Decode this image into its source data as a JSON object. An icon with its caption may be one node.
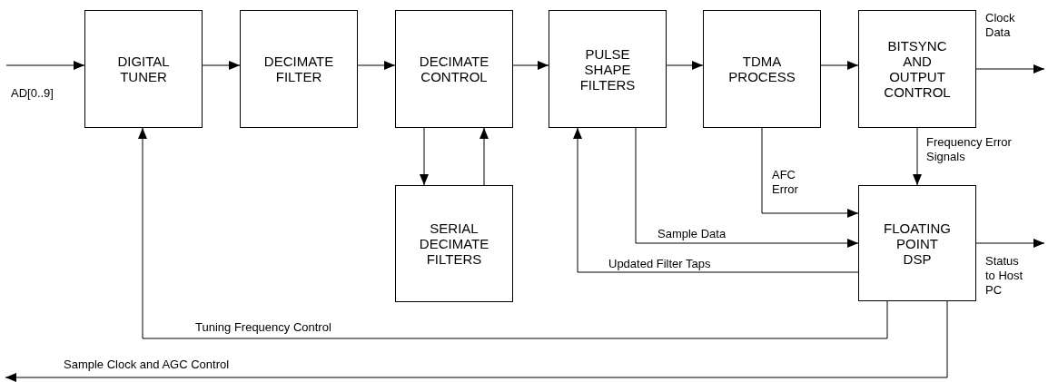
{
  "diagram": {
    "nodes": [
      {
        "text": [
          "DIGITAL TUNER"
        ]
      },
      {
        "text": [
          "DECIMATE FILTER"
        ]
      },
      {
        "text": [
          "DECIMATE CONTROL"
        ]
      },
      {
        "text": [
          "SERIAL DECIMATE FILTERS"
        ]
      },
      {
        "text": [
          "PULSE SHAPE FILTERS"
        ]
      },
      {
        "text": [
          "TDMA PROCESS"
        ]
      },
      {
        "text": [
          "BITSYNC AND OUTPUT CONTROL"
        ]
      },
      {
        "text": [
          "FLOATING POINT DSP"
        ]
      }
    ],
    "edges": [
      {
        "from": null,
        "to": 0,
        "arrow": "to",
        "label": "AD[0..9]"
      },
      {
        "from": 0,
        "to": 1,
        "arrow": "to"
      },
      {
        "from": 1,
        "to": 2,
        "arrow": "to"
      },
      {
        "from": 2,
        "to": 4,
        "arrow": "to"
      },
      {
        "from": 4,
        "to": 5,
        "arrow": "to"
      },
      {
        "from": 5,
        "to": 6,
        "arrow": "to"
      },
      {
        "from": 6,
        "to": null,
        "arrow": "to",
        "label": "Clock Data"
      },
      {
        "from": 2,
        "to": 3,
        "arrow": "to"
      },
      {
        "from": 3,
        "to": 2,
        "arrow": "to"
      },
      {
        "from": 6,
        "to": 7,
        "arrow": "to",
        "label": "Frequency Error Signals"
      },
      {
        "from": 5,
        "to": 7,
        "arrow": "to",
        "label": "AFC Error"
      },
      {
        "from": 4,
        "to": 7,
        "arrow": "to",
        "label": "Sample Data"
      },
      {
        "from": 7,
        "to": 4,
        "arrow": "to",
        "label": "Updated Filter Taps"
      },
      {
        "from": 7,
        "to": null,
        "arrow": "to",
        "label": "Status to Host PC"
      },
      {
        "from": 7,
        "to": 0,
        "arrow": "to",
        "label": "Tuning Frequency Control"
      },
      {
        "from": 7,
        "to": null,
        "arrow": "to",
        "label": "Sample Clock and AGC Control"
      }
    ]
  }
}
